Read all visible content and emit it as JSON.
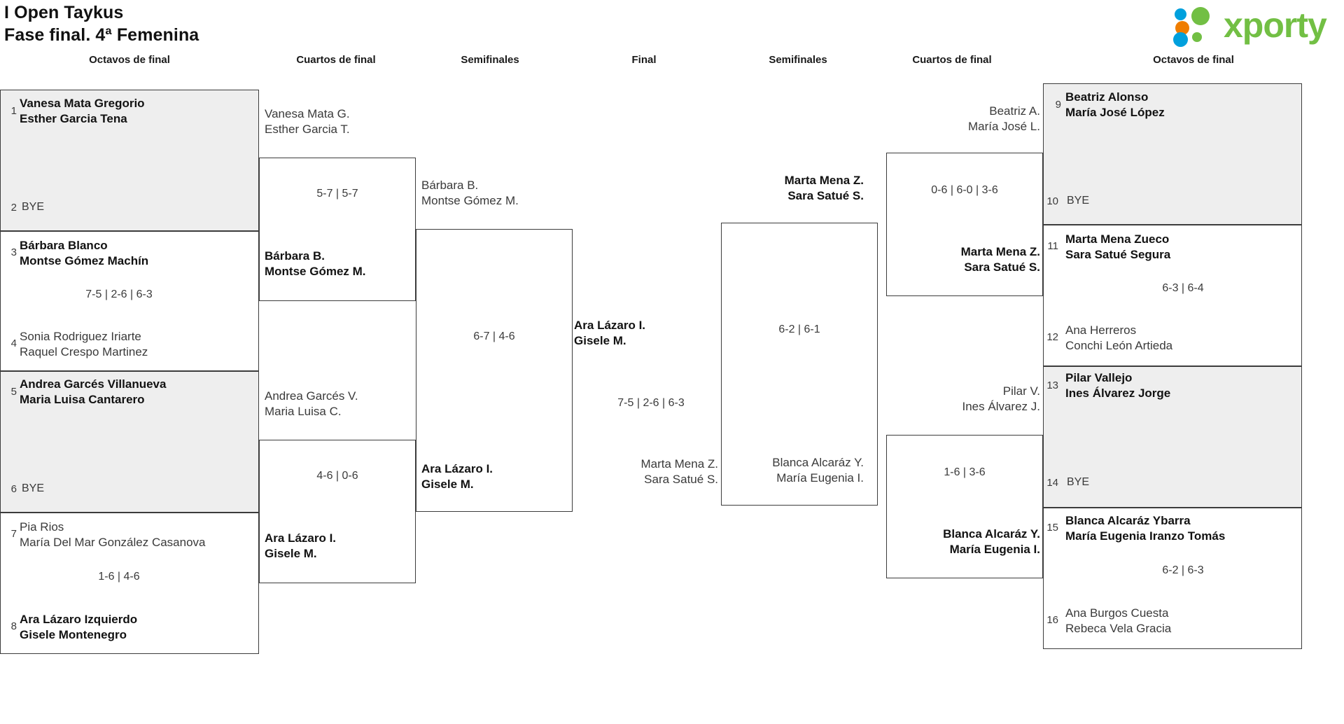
{
  "header": {
    "title_line1": "I Open Taykus",
    "title_line2": "Fase final. 4ª Femenina",
    "logo_text": "xporty",
    "logo_colors": {
      "green": "#72bf44",
      "blue": "#00a0dd",
      "orange": "#ef7d00"
    }
  },
  "round_headers": {
    "left_octavos": "Octavos de final",
    "left_cuartos": "Cuartos de final",
    "left_semis": "Semifinales",
    "final": "Final",
    "right_semis": "Semifinales",
    "right_cuartos": "Cuartos de final",
    "right_octavos": "Octavos de final"
  },
  "left_octavos": [
    {
      "seed": "1",
      "line1": "Vanesa Mata Gregorio",
      "line2": "Esther Garcia Tena",
      "winner": true,
      "bye": false
    },
    {
      "seed": "2",
      "line1": "BYE",
      "line2": "",
      "winner": false,
      "bye": true
    },
    {
      "seed": "3",
      "line1": "Bárbara Blanco",
      "line2": "Montse Gómez Machín",
      "winner": true,
      "bye": false
    },
    {
      "seed": "4",
      "line1": "Sonia Rodriguez Iriarte",
      "line2": "Raquel Crespo Martinez",
      "winner": false,
      "bye": false
    },
    {
      "seed": "5",
      "line1": "Andrea Garcés Villanueva",
      "line2": "Maria Luisa Cantarero",
      "winner": true,
      "bye": false
    },
    {
      "seed": "6",
      "line1": "BYE",
      "line2": "",
      "winner": false,
      "bye": true
    },
    {
      "seed": "7",
      "line1": "Pia Rios",
      "line2": "María Del Mar González Casanova",
      "winner": false,
      "bye": false
    },
    {
      "seed": "8",
      "line1": "Ara Lázaro Izquierdo",
      "line2": "Gisele Montenegro",
      "winner": true,
      "bye": false
    }
  ],
  "left_octavos_scores": [
    {
      "value": "7-5 | 2-6 | 6-3"
    },
    {
      "value": "1-6 | 4-6"
    }
  ],
  "left_cuartos": [
    {
      "line1": "Vanesa Mata G.",
      "line2": "Esther Garcia T.",
      "winner": false
    },
    {
      "line1": "Bárbara B.",
      "line2": "Montse Gómez M.",
      "winner": true
    },
    {
      "line1": "Andrea Garcés V.",
      "line2": "Maria Luisa C.",
      "winner": false
    },
    {
      "line1": "Ara Lázaro I.",
      "line2": "Gisele M.",
      "winner": true
    }
  ],
  "left_cuartos_scores": [
    {
      "value": "5-7 | 5-7"
    },
    {
      "value": "4-6 | 0-6"
    }
  ],
  "left_semis": [
    {
      "line1": "Bárbara B.",
      "line2": "Montse Gómez M.",
      "winner": false
    },
    {
      "line1": "Ara Lázaro I.",
      "line2": "Gisele M.",
      "winner": true
    }
  ],
  "left_semis_scores": [
    {
      "value": "6-7 | 4-6"
    }
  ],
  "final": {
    "top": {
      "line1": "Ara Lázaro I.",
      "line2": "Gisele M.",
      "winner": true
    },
    "bottom": {
      "line1": "Marta Mena Z.",
      "line2": "Sara Satué S.",
      "winner": false
    },
    "score": "7-5 | 2-6 | 6-3"
  },
  "right_semis": [
    {
      "line1": "Marta Mena Z.",
      "line2": "Sara Satué S.",
      "winner": true
    },
    {
      "line1": "Blanca Alcaráz Y.",
      "line2": "María Eugenia I.",
      "winner": false
    }
  ],
  "right_semis_scores": [
    {
      "value": "6-2 | 6-1"
    }
  ],
  "right_cuartos": [
    {
      "line1": "Beatriz A.",
      "line2": "María José L.",
      "winner": false
    },
    {
      "line1": "Marta Mena Z.",
      "line2": "Sara Satué S.",
      "winner": true
    },
    {
      "line1": "Pilar V.",
      "line2": "Ines Álvarez J.",
      "winner": false
    },
    {
      "line1": "Blanca Alcaráz Y.",
      "line2": "María Eugenia I.",
      "winner": true
    }
  ],
  "right_cuartos_scores": [
    {
      "value": "0-6 | 6-0 | 3-6"
    },
    {
      "value": "1-6 | 3-6"
    }
  ],
  "right_octavos": [
    {
      "seed": "9",
      "line1": "Beatriz Alonso",
      "line2": "María José López",
      "winner": true,
      "bye": false
    },
    {
      "seed": "10",
      "line1": "BYE",
      "line2": "",
      "winner": false,
      "bye": true
    },
    {
      "seed": "11",
      "line1": "Marta Mena Zueco",
      "line2": "Sara Satué Segura",
      "winner": true,
      "bye": false
    },
    {
      "seed": "12",
      "line1": "Ana Herreros",
      "line2": "Conchi León Artieda",
      "winner": false,
      "bye": false
    },
    {
      "seed": "13",
      "line1": "Pilar Vallejo",
      "line2": "Ines Álvarez Jorge",
      "winner": true,
      "bye": false
    },
    {
      "seed": "14",
      "line1": "BYE",
      "line2": "",
      "winner": false,
      "bye": true
    },
    {
      "seed": "15",
      "line1": "Blanca Alcaráz Ybarra",
      "line2": "María Eugenia Iranzo Tomás",
      "winner": true,
      "bye": false
    },
    {
      "seed": "16",
      "line1": "Ana Burgos Cuesta",
      "line2": "Rebeca Vela Gracia",
      "winner": false,
      "bye": false
    }
  ],
  "right_octavos_scores": [
    {
      "value": "6-3 | 6-4"
    },
    {
      "value": "6-2 | 6-3"
    }
  ]
}
